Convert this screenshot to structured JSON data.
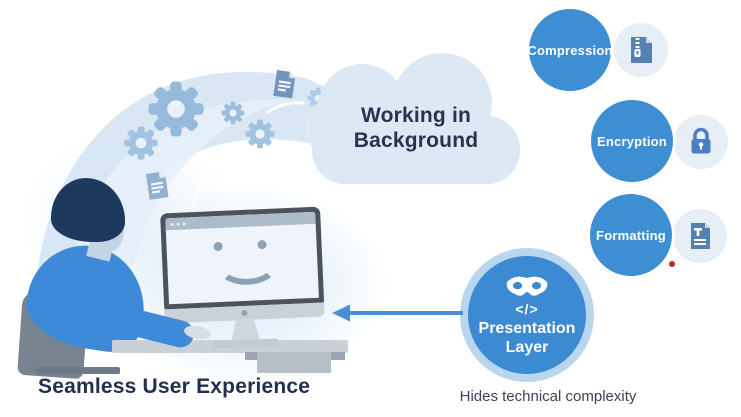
{
  "cloud": {
    "line1": "Working in",
    "line2": "Background"
  },
  "features": [
    {
      "label": "Compression",
      "icon": "zip-file-icon"
    },
    {
      "label": "Encryption",
      "icon": "lock-icon"
    },
    {
      "label": "Formatting",
      "icon": "text-document-icon"
    }
  ],
  "presentation": {
    "line1": "Presentation",
    "line2": "Layer",
    "icons": [
      "mask-icon",
      "code-icon"
    ],
    "code_glyph": "</>",
    "caption": "Hides technical complexity"
  },
  "footer": {
    "caption": "Seamless User Experience"
  },
  "decorations": {
    "monitor_expression": "smiley-face",
    "background_icons": [
      "gear-icon",
      "document-icon"
    ],
    "arrow_direction": "left"
  },
  "colors": {
    "primary_blue": "#3e8ed3",
    "icon_blue": "#5580b2",
    "lock_blue": "#4a7fc4",
    "cloud_blue": "#dce8f4",
    "swoosh_blue": "#cfe1f2",
    "dark_navy_text": "#27334f",
    "red_dot": "#b22a2a"
  }
}
